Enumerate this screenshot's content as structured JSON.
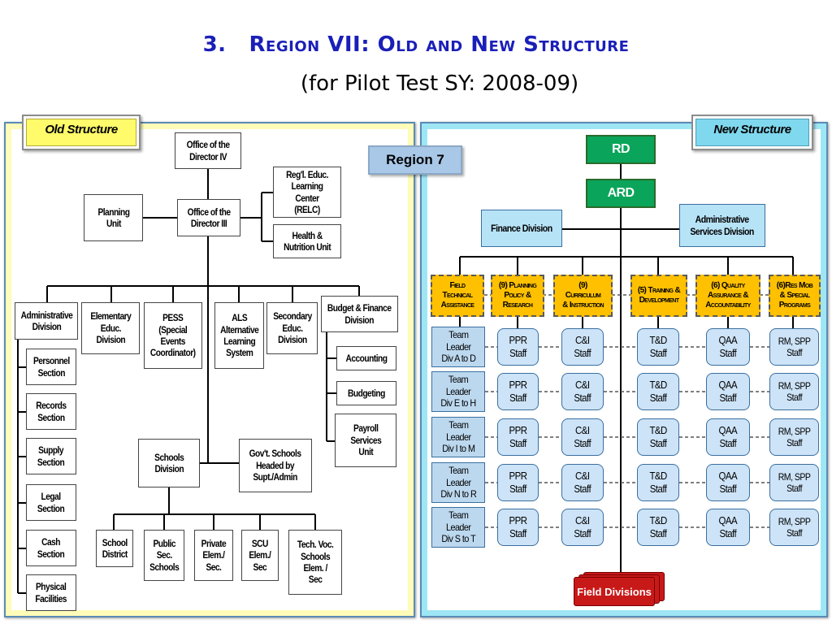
{
  "title": {
    "number": "3.",
    "text": "Region VII: Old and New Structure"
  },
  "subtitle": "(for Pilot Test SY: 2008-09)",
  "old_structure": {
    "label": "Old Structure",
    "director4": "Office of the\nDirector IV",
    "director3": "Office of the\nDirector III",
    "planning": "Planning\nUnit",
    "relc": "Reg'l. Educ.\nLearning Center\n(RELC)",
    "health": "Health &\nNutrition Unit",
    "divisions": {
      "admin": "Administrative\nDivision",
      "elem": "Elementary\nEduc.\nDivision",
      "pess": "PESS\n(Special\nEvents\nCoordinator)",
      "als": "ALS\nAlternative\nLearning\nSystem",
      "secondary": "Secondary\nEduc.\nDivision",
      "budget": "Budget & Finance\nDivision"
    },
    "admin_units": [
      "Personnel\nSection",
      "Records\nSection",
      "Supply\nSection",
      "Legal\nSection",
      "Cash\nSection",
      "Physical\nFacilities"
    ],
    "budget_units": [
      "Accounting",
      "Budgeting",
      "Payroll\nServices\nUnit"
    ],
    "schools_division": "Schools\nDivision",
    "govt_schools": "Gov't. Schools\nHeaded by\nSupt./Admin",
    "schools": [
      "School\nDistrict",
      "Public\nSec.\nSchools",
      "Private\nElem./\nSec.",
      "SCU\nElem./\nSec",
      "Tech. Voc.\nSchools\nElem. /\nSec"
    ]
  },
  "region_label": "Region 7",
  "new_structure": {
    "label": "New Structure",
    "rd": "RD",
    "ard": "ARD",
    "finance": "Finance Division",
    "admin_services": "Administrative\nServices Division",
    "columns": [
      {
        "head": "Field\nTechnical\nAssistance",
        "staff": [
          "Team\nLeader\nDiv A to D",
          "Team\nLeader\nDiv E to H",
          "Team\nLeader\nDiv I to M",
          "Team\nLeader\nDiv N to R",
          "Team\nLeader\nDiv S to T"
        ]
      },
      {
        "head": "(9) Planning\nPolicy &\nResearch",
        "staff": [
          "PPR\nStaff",
          "PPR\nStaff",
          "PPR\nStaff",
          "PPR\nStaff",
          "PPR\nStaff"
        ]
      },
      {
        "head": "(9)\nCurriculum\n& Instruction",
        "staff": [
          "C&I\nStaff",
          "C&I\nStaff",
          "C&I\nStaff",
          "C&I\nStaff",
          "C&I\nStaff"
        ]
      },
      {
        "head": "(5) Training &\nDevelopment",
        "staff": [
          "T&D\nStaff",
          "T&D\nStaff",
          "T&D\nStaff",
          "T&D\nStaff",
          "T&D\nStaff"
        ]
      },
      {
        "head": "(6) Quality\nAssurance &\nAccountability",
        "staff": [
          "QAA\nStaff",
          "QAA\nStaff",
          "QAA\nStaff",
          "QAA\nStaff",
          "QAA\nStaff"
        ]
      },
      {
        "head": "(6)Res Mob\n& Special\nPrograms",
        "staff": [
          "RM, SPP\nStaff",
          "RM, SPP\nStaff",
          "RM, SPP\nStaff",
          "RM, SPP\nStaff",
          "RM, SPP\nStaff"
        ]
      }
    ],
    "field_divisions": "Field Divisions"
  }
}
